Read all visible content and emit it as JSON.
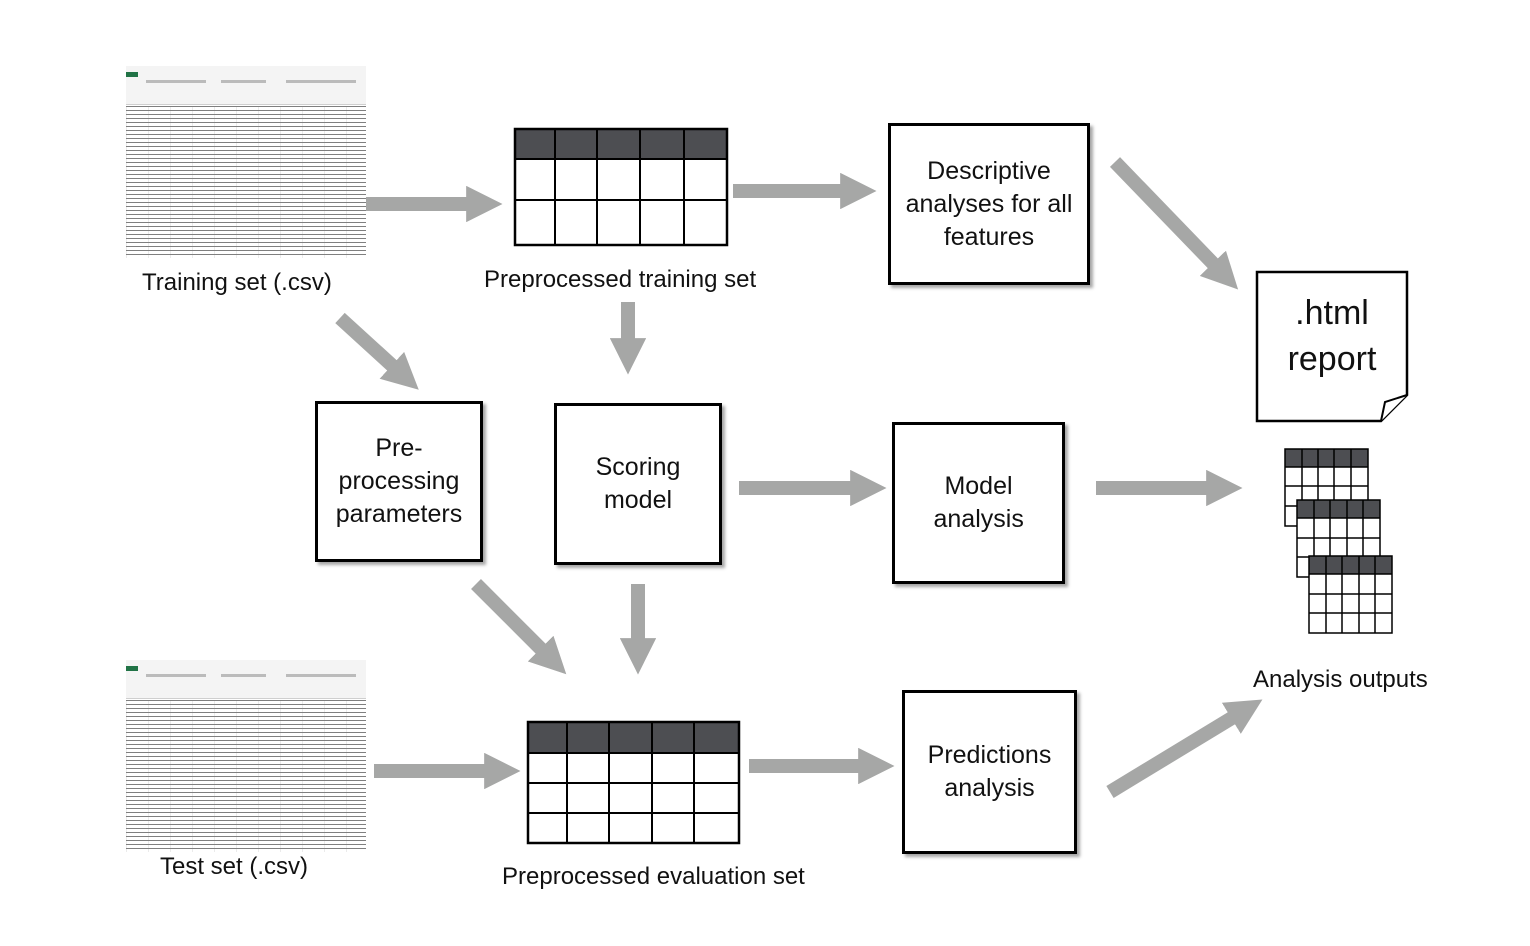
{
  "colors": {
    "arrow": "#a6a7a6",
    "header_fill": "#4d4e52",
    "border": "#000000"
  },
  "inputs": {
    "training_caption": "Training set (.csv)",
    "test_caption": "Test set (.csv)",
    "spreadsheet_icon": "spreadsheet-thumbnail"
  },
  "tables": {
    "training_caption": "Preprocessed training set",
    "evaluation_caption": "Preprocessed evaluation set"
  },
  "boxes": {
    "descriptive": "Descriptive analyses for all features",
    "preprocessing": "Pre-processing parameters",
    "scoring": "Scoring model",
    "model_analysis": "Model analysis",
    "predictions": "Predictions analysis"
  },
  "outputs": {
    "report_line1": ".html",
    "report_line2": "report",
    "caption": "Analysis outputs"
  }
}
